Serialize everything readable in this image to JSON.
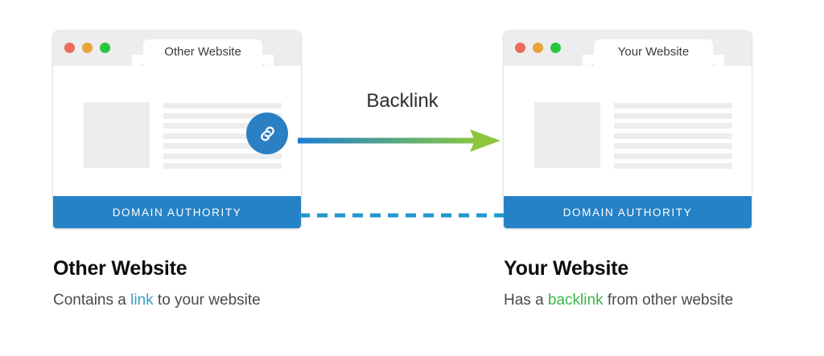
{
  "meta": {
    "diagram_title": "Backlink explanation diagram",
    "background": "#ffffff"
  },
  "colors": {
    "chrome_bar": "#ededed",
    "dot_red": "#EC6A5E",
    "dot_yellow": "#E9A33A",
    "dot_green": "#29C53E",
    "domain_authority_bar": "#2682C6",
    "link_badge": "#2B7FC3",
    "arrow_start": "#1B7FD4",
    "arrow_end": "#8CC63F",
    "dashed_line": "#2196CE",
    "link_text": "#3E9FC4",
    "backlink_text": "#3CB54A",
    "placeholder_gray": "#ededed"
  },
  "left_browser": {
    "tab_title": "Other Website",
    "traffic_lights": [
      "close-red",
      "minimize-yellow",
      "maximize-green"
    ],
    "content": {
      "thumbnail": "image-placeholder",
      "text_lines": 7,
      "badge_icon": "link-icon"
    },
    "footer_label": "DOMAIN AUTHORITY"
  },
  "right_browser": {
    "tab_title": "Your Website",
    "traffic_lights": [
      "close-red",
      "minimize-yellow",
      "maximize-green"
    ],
    "content": {
      "thumbnail": "image-placeholder",
      "text_lines": 7
    },
    "footer_label": "DOMAIN AUTHORITY"
  },
  "connector": {
    "arrow_label": "Backlink",
    "arrow_direction": "left-to-right",
    "dashed_line_label": ""
  },
  "captions": {
    "left": {
      "title": "Other Website",
      "sub_prefix": "Contains a ",
      "sub_highlight": "link",
      "sub_suffix": " to your website"
    },
    "right": {
      "title": "Your Website",
      "sub_prefix": "Has a ",
      "sub_highlight": "backlink",
      "sub_suffix": " from other website"
    }
  }
}
